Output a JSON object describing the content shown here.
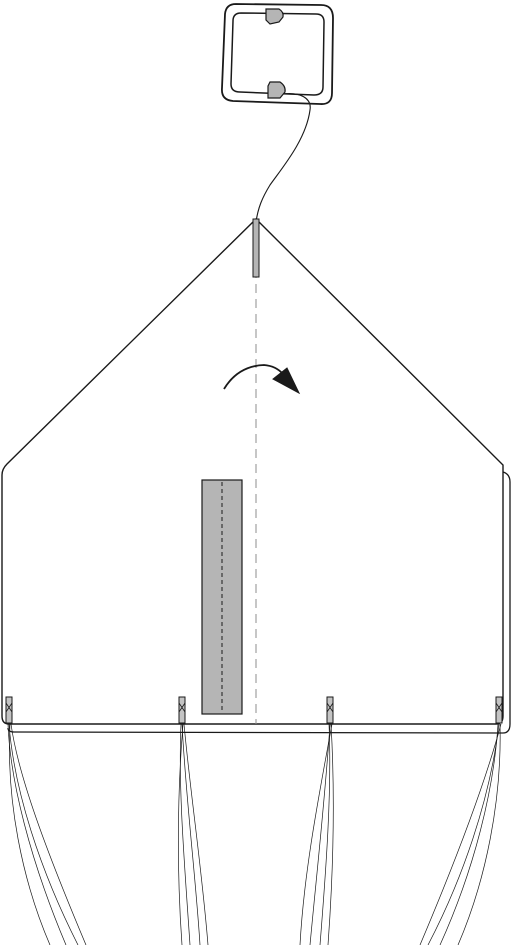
{
  "diagram": {
    "subject": "kite",
    "parts": {
      "bridle_handle": "handle",
      "top_clip": "clip",
      "bottom_clip": "clip",
      "bridle_line": "bridle-line",
      "nose_spar": "nose-spar",
      "fold_line": "fold-line",
      "rotation_arrow": "rotate-arrow",
      "keel_strip": "keel-strip",
      "tail_ribbons": 4
    },
    "colors": {
      "stroke": "#1a1a1a",
      "fill_gray": "#b5b5b5",
      "fold_line": "#8c8c8c",
      "background": "#ffffff"
    }
  }
}
